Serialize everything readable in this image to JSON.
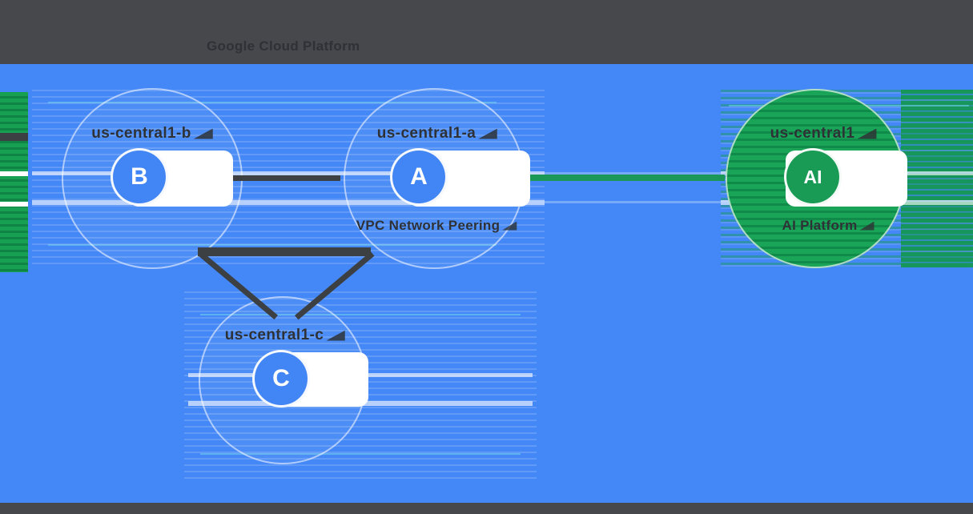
{
  "title": "Google Cloud Platform",
  "nodes": {
    "vm_b": {
      "letter": "B",
      "zone": "us-central1-b"
    },
    "vm_a": {
      "letter": "A",
      "zone": "us-central1-a",
      "sublabel": "VPC Network Peering"
    },
    "vm_c": {
      "letter": "C",
      "zone": "us-central1-c"
    },
    "ai": {
      "letter": "AI",
      "zone": "us-central1",
      "sublabel": "AI Platform"
    }
  },
  "connections": [
    {
      "from": "B",
      "to": "A",
      "type": "internal-network"
    },
    {
      "from": "B",
      "to": "C",
      "type": "internal-network"
    },
    {
      "from": "A",
      "to": "C",
      "type": "internal-network"
    },
    {
      "from": "A",
      "to": "AI",
      "type": "vpc-network-peering"
    }
  ],
  "colors": {
    "page_background": "#46484c",
    "vpc_network_blue": "#4487f6",
    "vm_node_blue": "#4285f4",
    "ai_service_green": "#1a9b55",
    "connector_dark": "#3c4043",
    "peering_line_green": "#1b9857",
    "card_white": "#ffffff"
  }
}
